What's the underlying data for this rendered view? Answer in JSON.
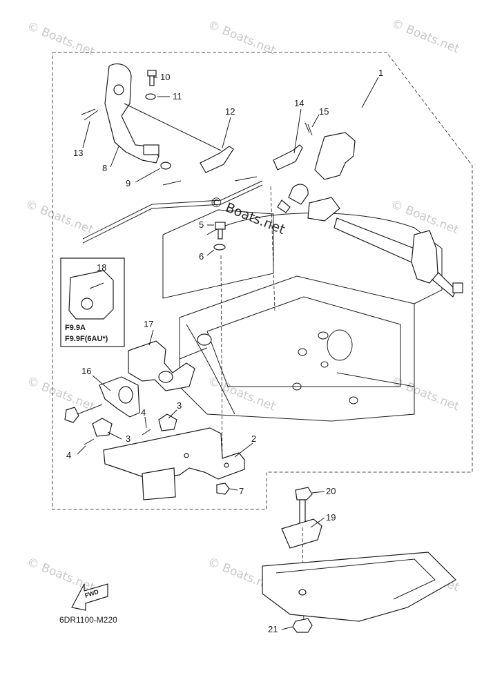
{
  "diagram": {
    "ref_code": "6DR1100-M220",
    "watermark": "© Boats.net",
    "fwd_label": "FWD",
    "inset_models": [
      "F9.9A",
      "F9.9F(6AU*)"
    ],
    "callouts": [
      "1",
      "2",
      "3",
      "3",
      "4",
      "4",
      "5",
      "6",
      "7",
      "8",
      "9",
      "10",
      "11",
      "12",
      "13",
      "14",
      "15",
      "16",
      "17",
      "18",
      "19",
      "20",
      "21"
    ]
  }
}
